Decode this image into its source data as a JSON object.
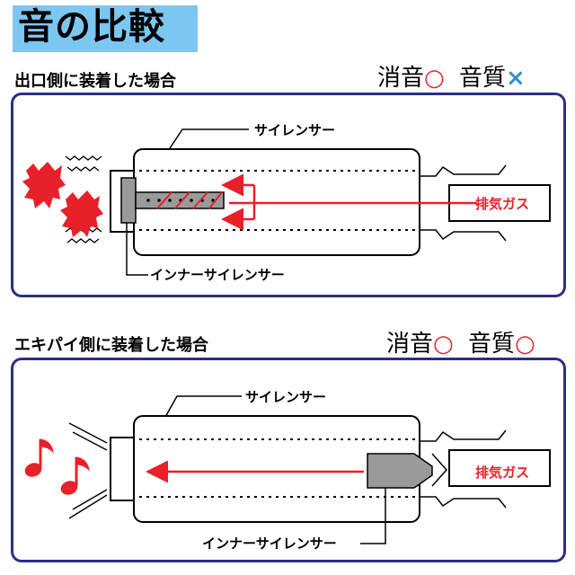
{
  "title": "音の比較",
  "section1": {
    "label": "出口側に装着した場合",
    "rating_a_label": "消音",
    "rating_a_mark": "○",
    "rating_b_label": "音質",
    "rating_b_mark": "×",
    "silencer_label": "サイレンサー",
    "inner_label": "インナーサイレンサー",
    "gas_label": "排気ガス"
  },
  "section2": {
    "label": "エキパイ側に装着した場合",
    "rating_a_label": "消音",
    "rating_a_mark": "○",
    "rating_b_label": "音質",
    "rating_b_mark": "○",
    "silencer_label": "サイレンサー",
    "inner_label": "インナーサイレンサー",
    "gas_label": "排気ガス"
  },
  "colors": {
    "title_bg": "#7cc6f2",
    "panel_border": "#2a2f86",
    "arrow": "#e8202a",
    "good_mark": "#e8202a",
    "bad_mark": "#2f8fd8",
    "inner_silencer": "#9a9a9a"
  },
  "icons": [
    "music-note-icon",
    "sound-wave-icon",
    "arrow-icon"
  ]
}
